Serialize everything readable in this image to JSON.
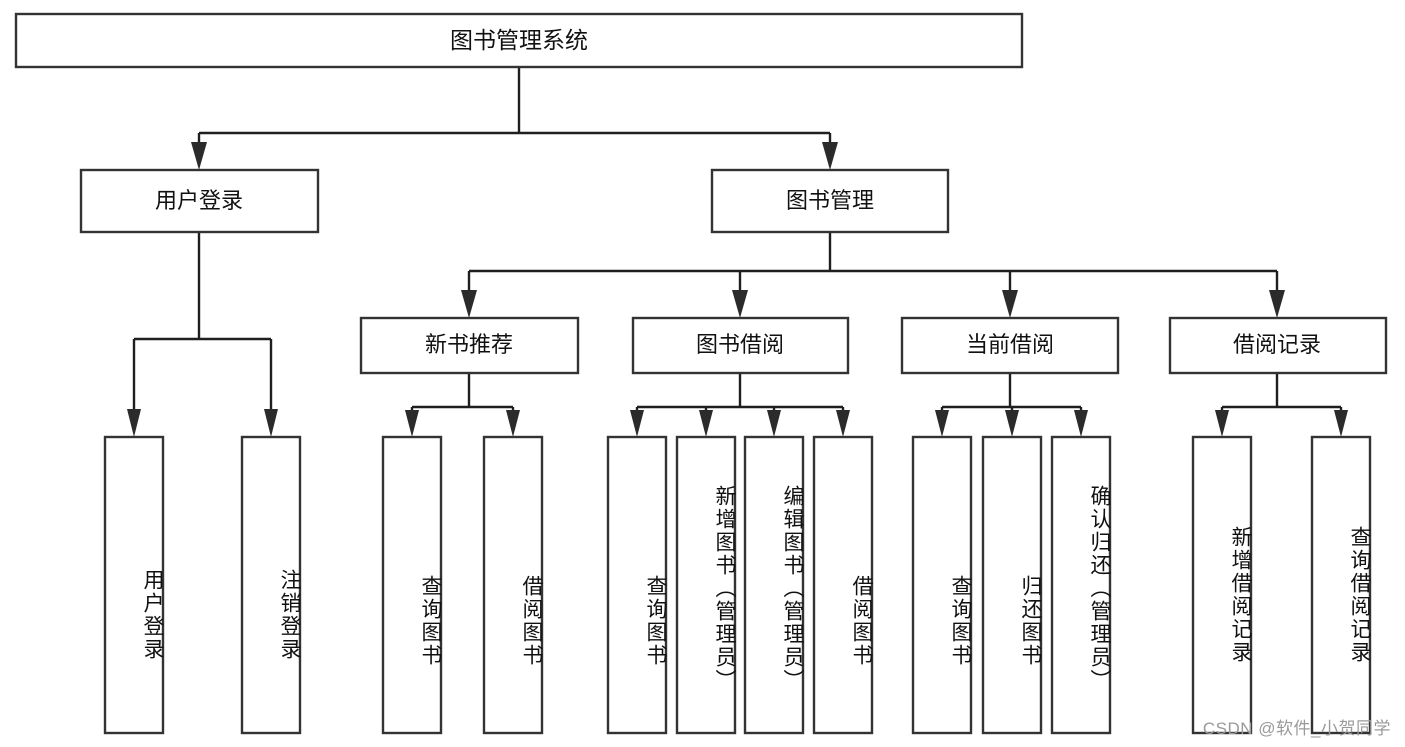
{
  "diagram": {
    "title": "图书管理系统",
    "type": "tree-hierarchy-chart",
    "watermark": "CSDN @软件_小贺同学",
    "levels": {
      "root": "图书管理系统",
      "level2": [
        "用户登录",
        "图书管理"
      ],
      "level3": [
        "新书推荐",
        "图书借阅",
        "当前借阅",
        "借阅记录"
      ]
    },
    "nodes": {
      "root": {
        "label": "图书管理系统"
      },
      "user_login": {
        "label": "用户登录"
      },
      "book_manage": {
        "label": "图书管理"
      },
      "new_book_rec": {
        "label": "新书推荐"
      },
      "book_borrow": {
        "label": "图书借阅"
      },
      "current_borrow": {
        "label": "当前借阅"
      },
      "borrow_record": {
        "label": "借阅记录"
      }
    },
    "leaves": {
      "user_login": [
        {
          "label": "用户登录"
        },
        {
          "label": "注销登录"
        }
      ],
      "new_book_rec": [
        {
          "label": "查询图书"
        },
        {
          "label": "借阅图书"
        }
      ],
      "book_borrow": [
        {
          "label": "查询图书"
        },
        {
          "label": "新增图书（管理员）"
        },
        {
          "label": "编辑图书（管理员）"
        },
        {
          "label": "借阅图书"
        }
      ],
      "current_borrow": [
        {
          "label": "查询图书"
        },
        {
          "label": "归还图书"
        },
        {
          "label": "确认归还（管理员）"
        }
      ],
      "borrow_record": [
        {
          "label": "新增借阅记录"
        },
        {
          "label": "查询借阅记录"
        }
      ]
    },
    "colors": {
      "box_stroke": "#333333",
      "box_fill": "#ffffff",
      "connector": "#1f1f1f",
      "text": "#111111",
      "watermark": "#9a9a9a",
      "background": "#ffffff"
    }
  }
}
